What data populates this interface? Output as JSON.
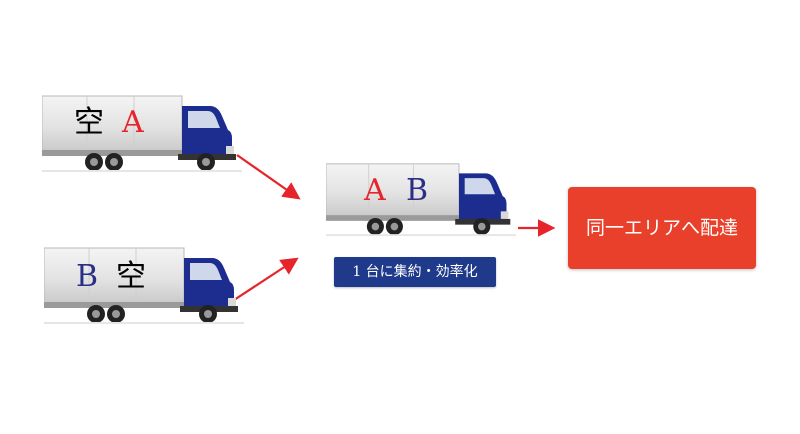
{
  "trucks": [
    {
      "id": "truck-top-left",
      "labels": [
        {
          "text": "空",
          "color": "black"
        },
        {
          "text": "A",
          "color": "red"
        }
      ]
    },
    {
      "id": "truck-bottom-left",
      "labels": [
        {
          "text": "B",
          "color": "blue"
        },
        {
          "text": "空",
          "color": "black"
        }
      ]
    },
    {
      "id": "truck-center",
      "labels": [
        {
          "text": "A",
          "color": "red"
        },
        {
          "text": "B",
          "color": "blue"
        }
      ]
    }
  ],
  "consolidate_label": "1 台に集約・効率化",
  "delivery_label": "同一エリアへ配達",
  "colors": {
    "arrow": "#e5242b",
    "cab": "#1d2c8f",
    "badge": "#1f3a8a",
    "delivery_box": "#e8402a",
    "label_red": "#e5242b",
    "label_blue": "#2a2f86",
    "label_black": "#222222"
  }
}
